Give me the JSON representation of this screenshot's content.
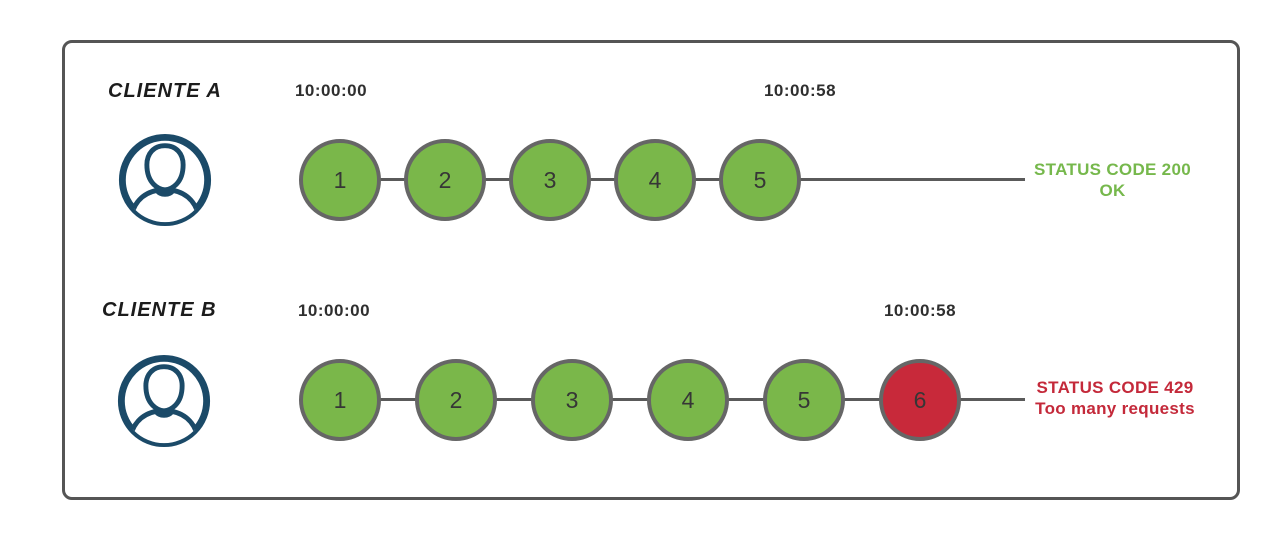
{
  "diagram": {
    "type": "rate-limiting-sequence",
    "background": "#ffffff",
    "frame_border_color": "#555555"
  },
  "colors": {
    "request_ok_fill": "#7ab74a",
    "request_limited_fill": "#c8293a",
    "circle_border": "#666666",
    "timeline": "#5a5a5a",
    "status_ok_text": "#76b84c",
    "status_error_text": "#c4293a",
    "avatar_stroke": "#1b4a68",
    "label_text": "#1c1c1c",
    "timestamp_text": "#2f2f2f"
  },
  "rows": [
    {
      "client": "CLIENTE A",
      "start_time": "10:00:00",
      "end_time": "10:00:58",
      "requests": [
        {
          "label": "1",
          "state": "success"
        },
        {
          "label": "2",
          "state": "success"
        },
        {
          "label": "3",
          "state": "success"
        },
        {
          "label": "4",
          "state": "success"
        },
        {
          "label": "5",
          "state": "success"
        }
      ],
      "status": {
        "code_line": "STATUS CODE 200",
        "message": "OK",
        "tone": "success"
      }
    },
    {
      "client": "CLIENTE B",
      "start_time": "10:00:00",
      "end_time": "10:00:58",
      "requests": [
        {
          "label": "1",
          "state": "success"
        },
        {
          "label": "2",
          "state": "success"
        },
        {
          "label": "3",
          "state": "success"
        },
        {
          "label": "4",
          "state": "success"
        },
        {
          "label": "5",
          "state": "success"
        },
        {
          "label": "6",
          "state": "limited"
        }
      ],
      "status": {
        "code_line": "STATUS CODE 429",
        "message": "Too many requests",
        "tone": "error"
      }
    }
  ],
  "icons": [
    {
      "name": "user-avatar-icon",
      "meaning": "client user silhouette in circle"
    }
  ]
}
